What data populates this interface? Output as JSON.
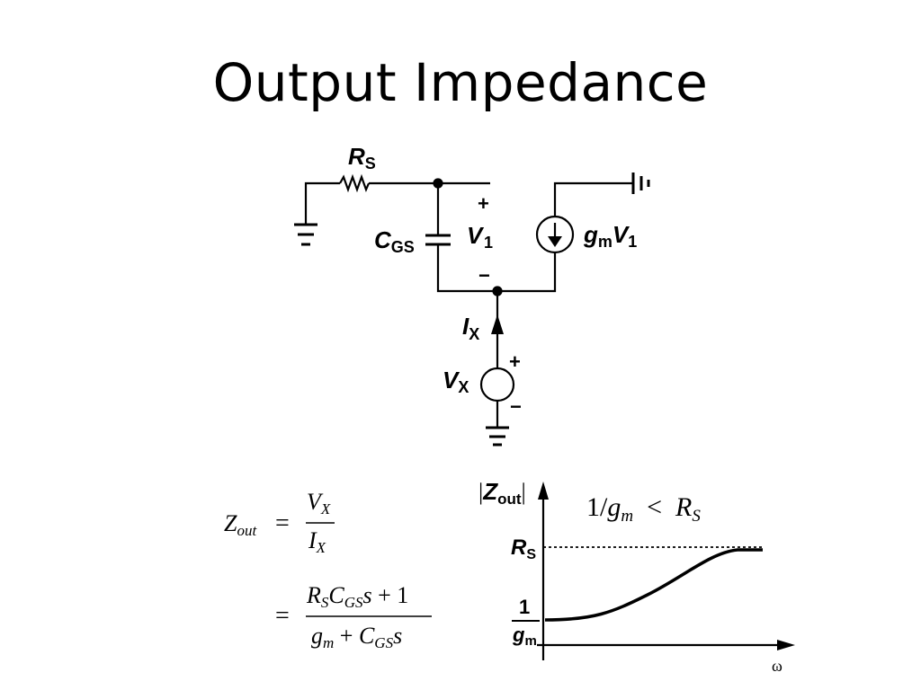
{
  "slide": {
    "title": "Output Impedance"
  },
  "circuit": {
    "r_s": {
      "main": "R",
      "sub": "S"
    },
    "c_gs": {
      "main": "C",
      "sub": "GS"
    },
    "v1": {
      "main": "V",
      "sub": "1"
    },
    "plus": "+",
    "minus": "−",
    "current_source": {
      "g": "g",
      "m": "m",
      "v": "V",
      "one": "1"
    },
    "i_x": {
      "main": "I",
      "sub": "X"
    },
    "v_x": {
      "main": "V",
      "sub": "X"
    }
  },
  "equations": {
    "lhs": {
      "main": "Z",
      "sub": "out"
    },
    "eq": "=",
    "line1": {
      "num_main": "V",
      "num_sub": "X",
      "den_main": "I",
      "den_sub": "X"
    },
    "line2": {
      "num": {
        "r": "R",
        "r_sub": "S",
        "c": "C",
        "c_sub": "GS",
        "s": "s",
        "tail": " + 1"
      },
      "den": {
        "g": "g",
        "g_sub": "m",
        "plus": " + ",
        "c": "C",
        "c_sub": "GS",
        "s": "s"
      }
    }
  },
  "plot": {
    "ylabel": {
      "main": "Z",
      "sub": "out",
      "bar": "|"
    },
    "xlabel": "ω",
    "level_high": {
      "main": "R",
      "sub": "S"
    },
    "level_low": {
      "num": "1",
      "den_main": "g",
      "den_sub": "m"
    },
    "condition": {
      "one": "1/",
      "g": "g",
      "g_sub": "m",
      "lt": "  <  ",
      "r": "R",
      "r_sub": "S"
    }
  }
}
